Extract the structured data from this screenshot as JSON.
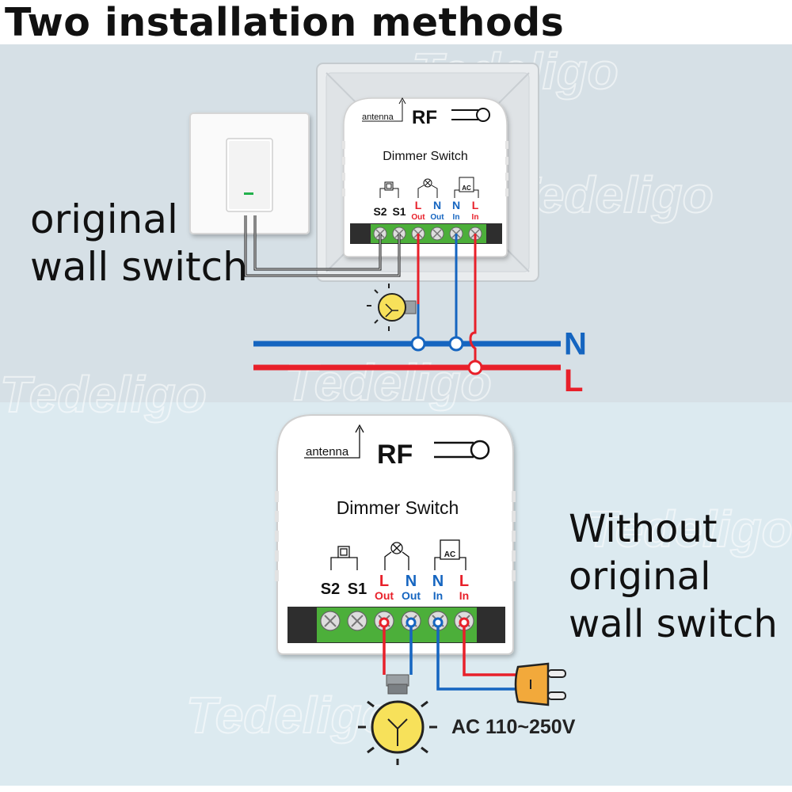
{
  "title": "Two installation methods",
  "watermark": "Tedeligo",
  "method1": {
    "label_line1": "original",
    "label_line2": "wall switch",
    "line_n": "N",
    "line_l": "L"
  },
  "method2": {
    "label_line1": "Without",
    "label_line2": "original",
    "label_line3": "wall switch",
    "ac_label": "AC 110~250V"
  },
  "module": {
    "antenna": "antenna",
    "rf": "RF",
    "name": "Dimmer Switch",
    "ac_box": "AC",
    "terminals": {
      "s2": "S2",
      "s1": "S1",
      "lout_top": "L",
      "lout_bot": "Out",
      "nout_top": "N",
      "nout_bot": "Out",
      "nin_top": "N",
      "nin_bot": "In",
      "lin_top": "L",
      "lin_bot": "In"
    }
  },
  "colors": {
    "live": "#e8202a",
    "neutral": "#1565c0",
    "switch_wire": "#111111",
    "terminal_green": "#4caf3a",
    "bulb_yellow": "#f7e15a",
    "plug_orange": "#f2a93b"
  }
}
